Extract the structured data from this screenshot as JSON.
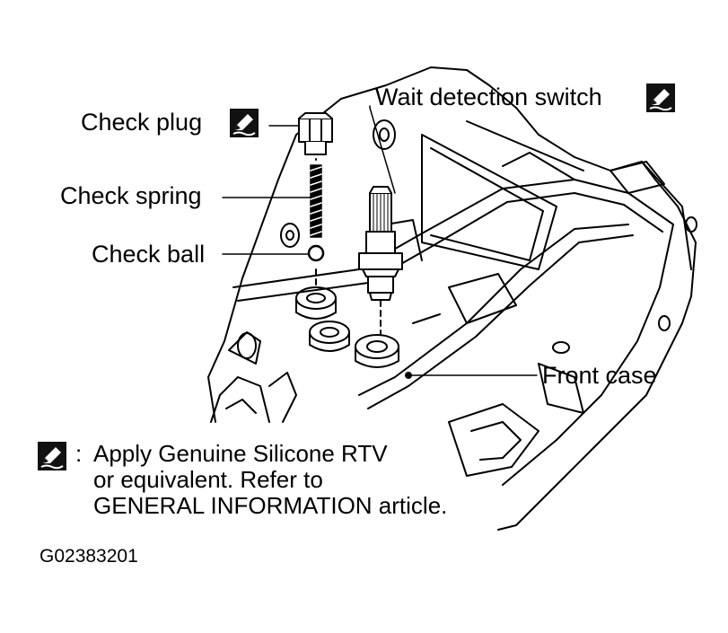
{
  "labels": {
    "check_plug": "Check plug",
    "check_spring": "Check spring",
    "check_ball": "Check ball",
    "wait_detection_switch": "Wait detection switch",
    "front_case": "Front case"
  },
  "note": {
    "separator": ":",
    "line1": "Apply Genuine Silicone RTV",
    "line2": "or equivalent.  Refer to",
    "line3": "GENERAL INFORMATION article."
  },
  "figure_id": "G02383201",
  "icons": {
    "sealant": "sealant-pencil-icon"
  },
  "colors": {
    "ink": "#000000",
    "background": "#ffffff"
  }
}
